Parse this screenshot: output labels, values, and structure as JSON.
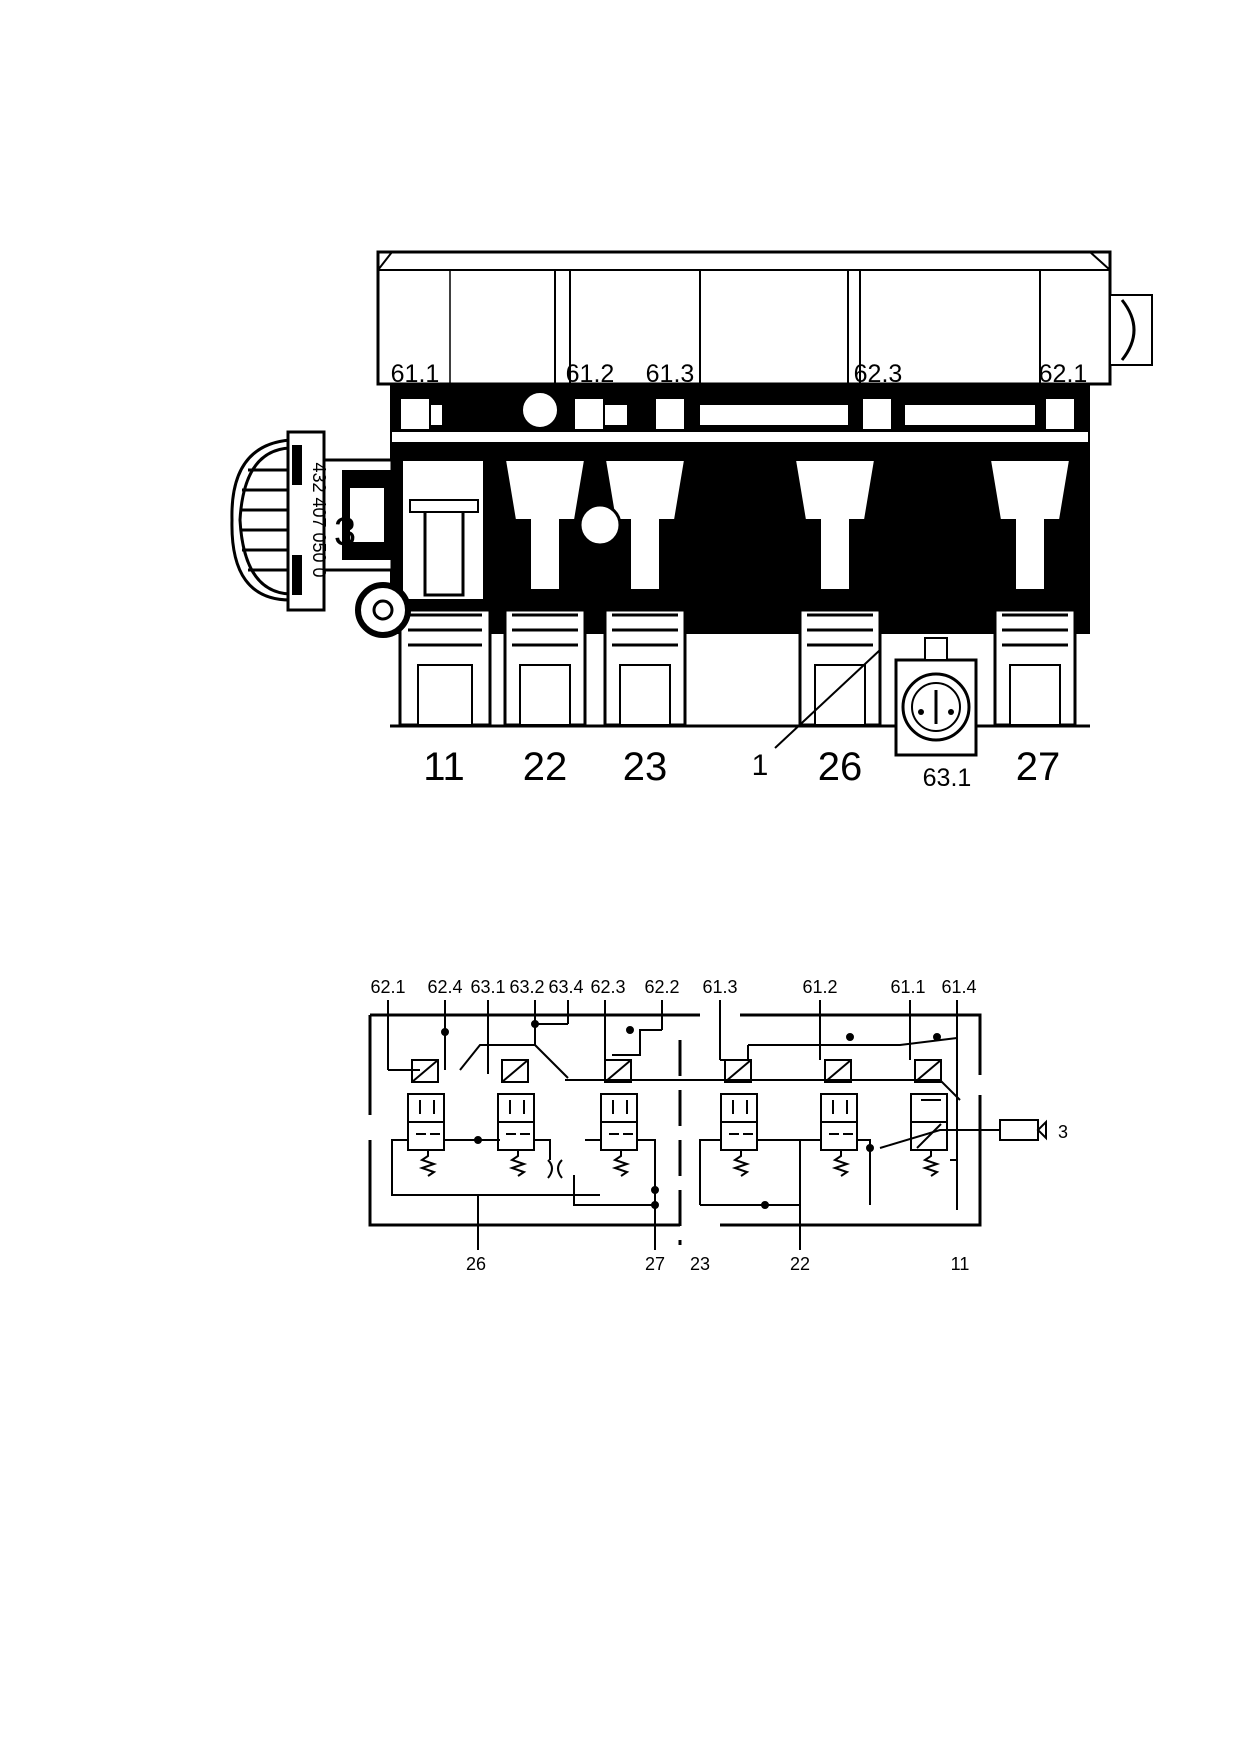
{
  "top_figure": {
    "upper_labels": [
      "61.1",
      "61.2",
      "61.3",
      "62.3",
      "62.1"
    ],
    "port_labels": [
      "11",
      "22",
      "23",
      "26",
      "27"
    ],
    "connector_label": "63.1",
    "callout_label": "1",
    "knob_label": "3",
    "knob_text": "432 407 050 0"
  },
  "schematic": {
    "top_labels": [
      "62.1",
      "62.4",
      "63.1",
      "63.2",
      "63.4",
      "62.3",
      "62.2",
      "61.3",
      "61.2",
      "61.1",
      "61.4"
    ],
    "bottom_labels": [
      "26",
      "27",
      "23",
      "22",
      "11"
    ],
    "side_label": "3"
  },
  "colors": {
    "ink": "#000000",
    "paper": "#ffffff",
    "shade": "#d8d8d8"
  }
}
